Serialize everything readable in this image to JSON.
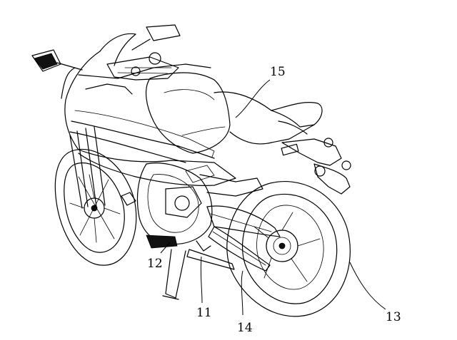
{
  "figure": {
    "labels": {
      "ref_15": "15",
      "ref_12": "12",
      "ref_11": "11",
      "ref_14": "14",
      "ref_13": "13"
    }
  }
}
